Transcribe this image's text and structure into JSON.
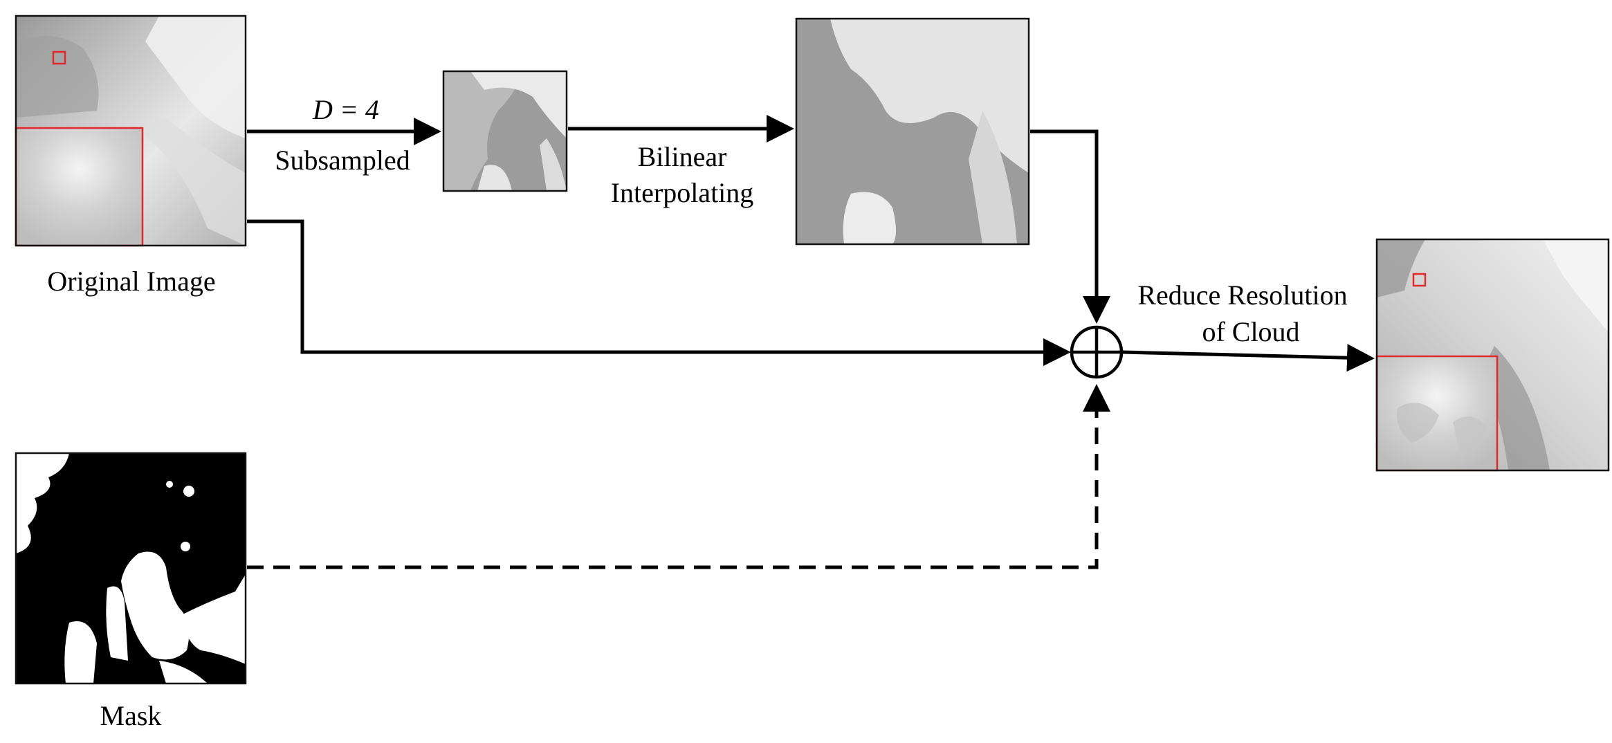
{
  "labels": {
    "original_image": "Original Image",
    "mask": "Mask",
    "subsample_factor": "D = 4",
    "subsampled": "Subsampled",
    "bilinear_line1": "Bilinear",
    "bilinear_line2": "Interpolating",
    "reduce_line1": "Reduce Resolution",
    "reduce_line2": "of Cloud"
  },
  "colors": {
    "zoom_box": "#e0292b",
    "arrow": "#000000",
    "frame": "#111111"
  }
}
